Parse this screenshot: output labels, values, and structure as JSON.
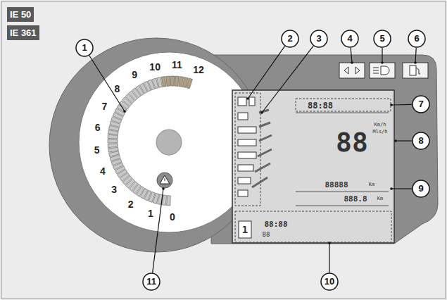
{
  "diagram": {
    "nodes": [
      {
        "text": [
          "IE 50"
        ]
      },
      {
        "text": [
          "IE 361"
        ]
      },
      {
        "text": [
          "1"
        ]
      },
      {
        "text": [
          "2"
        ]
      },
      {
        "text": [
          "3"
        ]
      },
      {
        "text": [
          "4"
        ]
      },
      {
        "text": [
          "5"
        ]
      },
      {
        "text": [
          "6"
        ]
      },
      {
        "text": [
          "7"
        ]
      },
      {
        "text": [
          "8"
        ]
      },
      {
        "text": [
          "9"
        ]
      },
      {
        "text": [
          "10"
        ]
      },
      {
        "text": [
          "11"
        ]
      }
    ],
    "labels": [
      "0",
      "1",
      "2",
      "3",
      "4",
      "5",
      "6",
      "7",
      "8",
      "9",
      "10",
      "11",
      "12",
      "88:88",
      "Km/h",
      "Mls/h",
      "88",
      "88888",
      "Km",
      "888.8",
      "Km",
      "1",
      "88:88",
      "88"
    ]
  }
}
